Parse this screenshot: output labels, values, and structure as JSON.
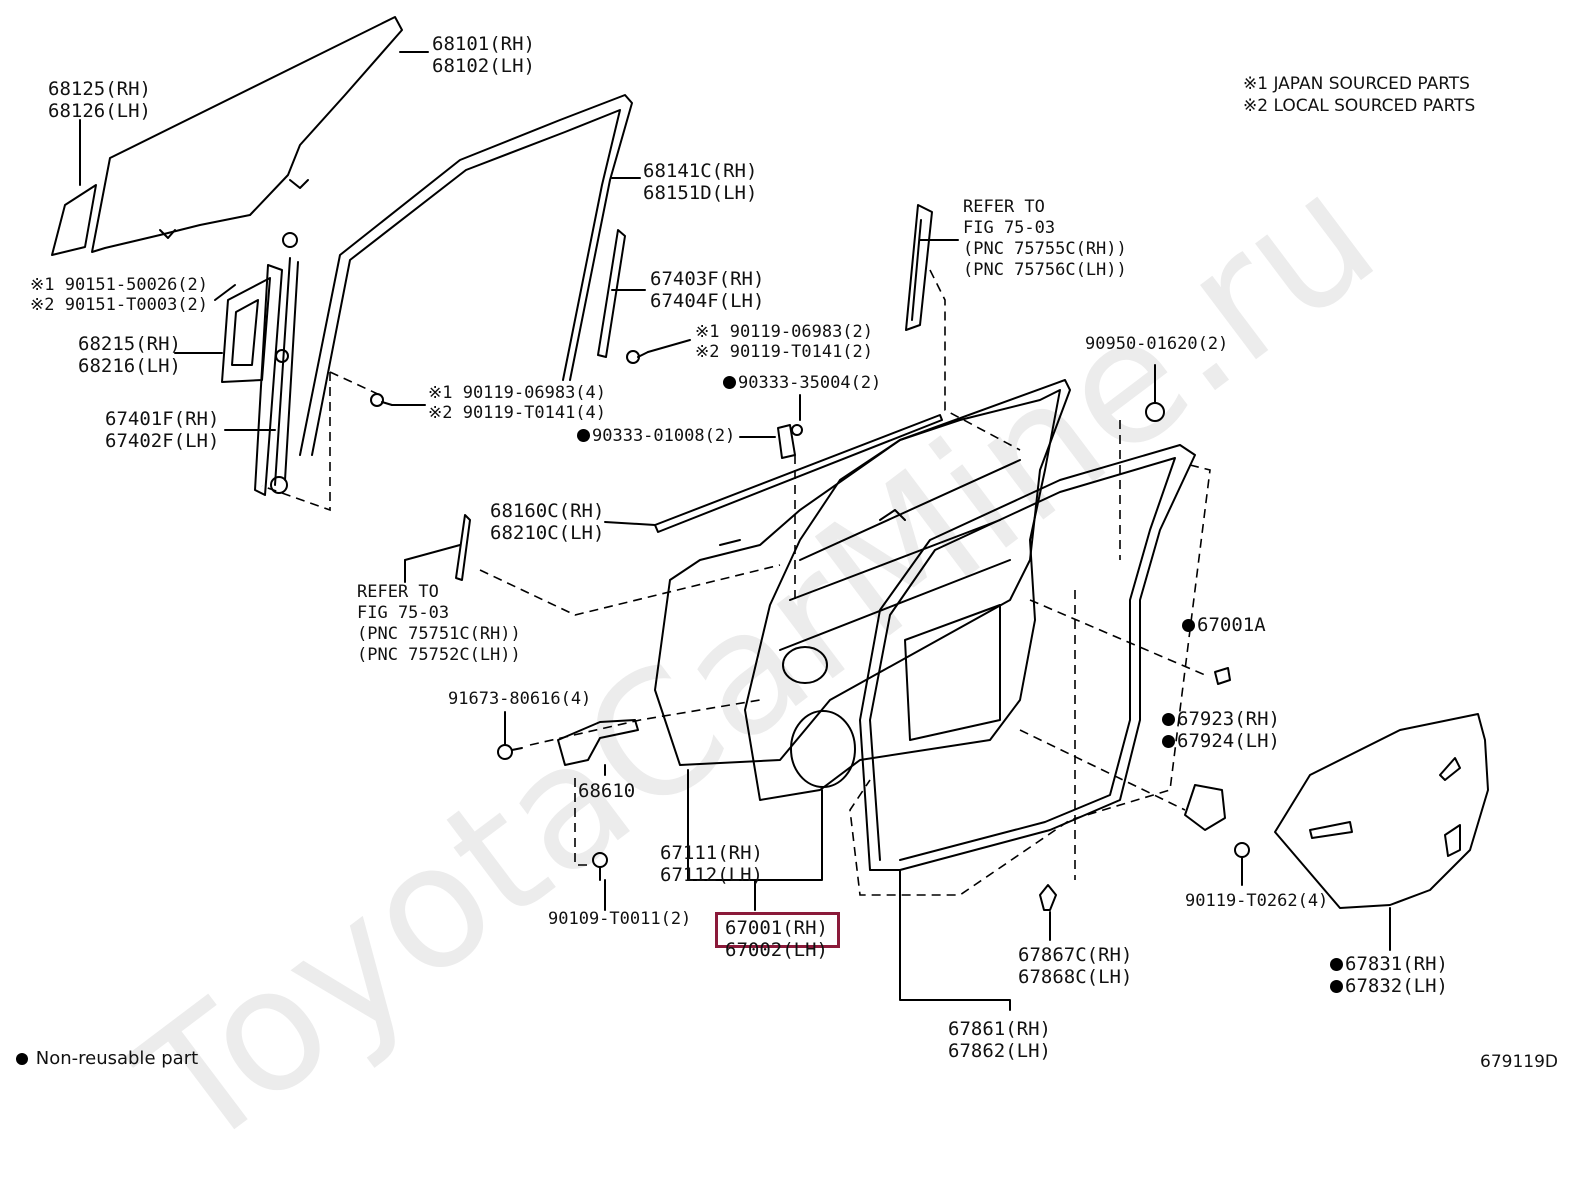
{
  "watermark": "ToyotaCarMine.ru",
  "diagram_code": "679119D",
  "legend": {
    "non_reusable": "Non-reusable part",
    "note1": "※1 JAPAN SOURCED PARTS",
    "note2": "※2 LOCAL SOURCED PARTS"
  },
  "labels": {
    "p68101": [
      "68101(RH)",
      "68102(LH)"
    ],
    "p68125": [
      "68125(RH)",
      "68126(LH)"
    ],
    "p68141": [
      "68141C(RH)",
      "68151D(LH)"
    ],
    "p67403": [
      "67403F(RH)",
      "67404F(LH)"
    ],
    "p90151": [
      "※1 90151-50026(2)",
      "※2 90151-T0003(2)"
    ],
    "p68215": [
      "68215(RH)",
      "68216(LH)"
    ],
    "p90119a": [
      "※1 90119-06983(2)",
      "※2 90119-T0141(2)"
    ],
    "p90119b": [
      "※1 90119-06983(4)",
      "※2 90119-T0141(4)"
    ],
    "p67401": [
      "67401F(RH)",
      "67402F(LH)"
    ],
    "refer_upper": [
      "REFER TO",
      "FIG 75-03",
      "(PNC 75755C(RH))",
      "(PNC 75756C(LH))"
    ],
    "p90950": [
      "90950-01620(2)"
    ],
    "p90333a": [
      "90333-35004(2)"
    ],
    "p90333b": [
      "90333-01008(2)"
    ],
    "p68160": [
      "68160C(RH)",
      "68210C(LH)"
    ],
    "refer_lower": [
      "REFER TO",
      "FIG 75-03",
      "(PNC 75751C(RH))",
      "(PNC 75752C(LH))"
    ],
    "p67001A": [
      "67001A"
    ],
    "p91673": [
      "91673-80616(4)"
    ],
    "p68610": [
      "68610"
    ],
    "p67923": [
      "67923(RH)",
      "67924(LH)"
    ],
    "p67111": [
      "67111(RH)",
      "67112(LH)"
    ],
    "p90109": [
      "90109-T0011(2)"
    ],
    "p67001": [
      "67001(RH)",
      "67002(LH)"
    ],
    "p90119c": [
      "90119-T0262(4)"
    ],
    "p67867": [
      "67867C(RH)",
      "67868C(LH)"
    ],
    "p67831": [
      "67831(RH)",
      "67832(LH)"
    ],
    "p67861": [
      "67861(RH)",
      "67862(LH)"
    ]
  }
}
